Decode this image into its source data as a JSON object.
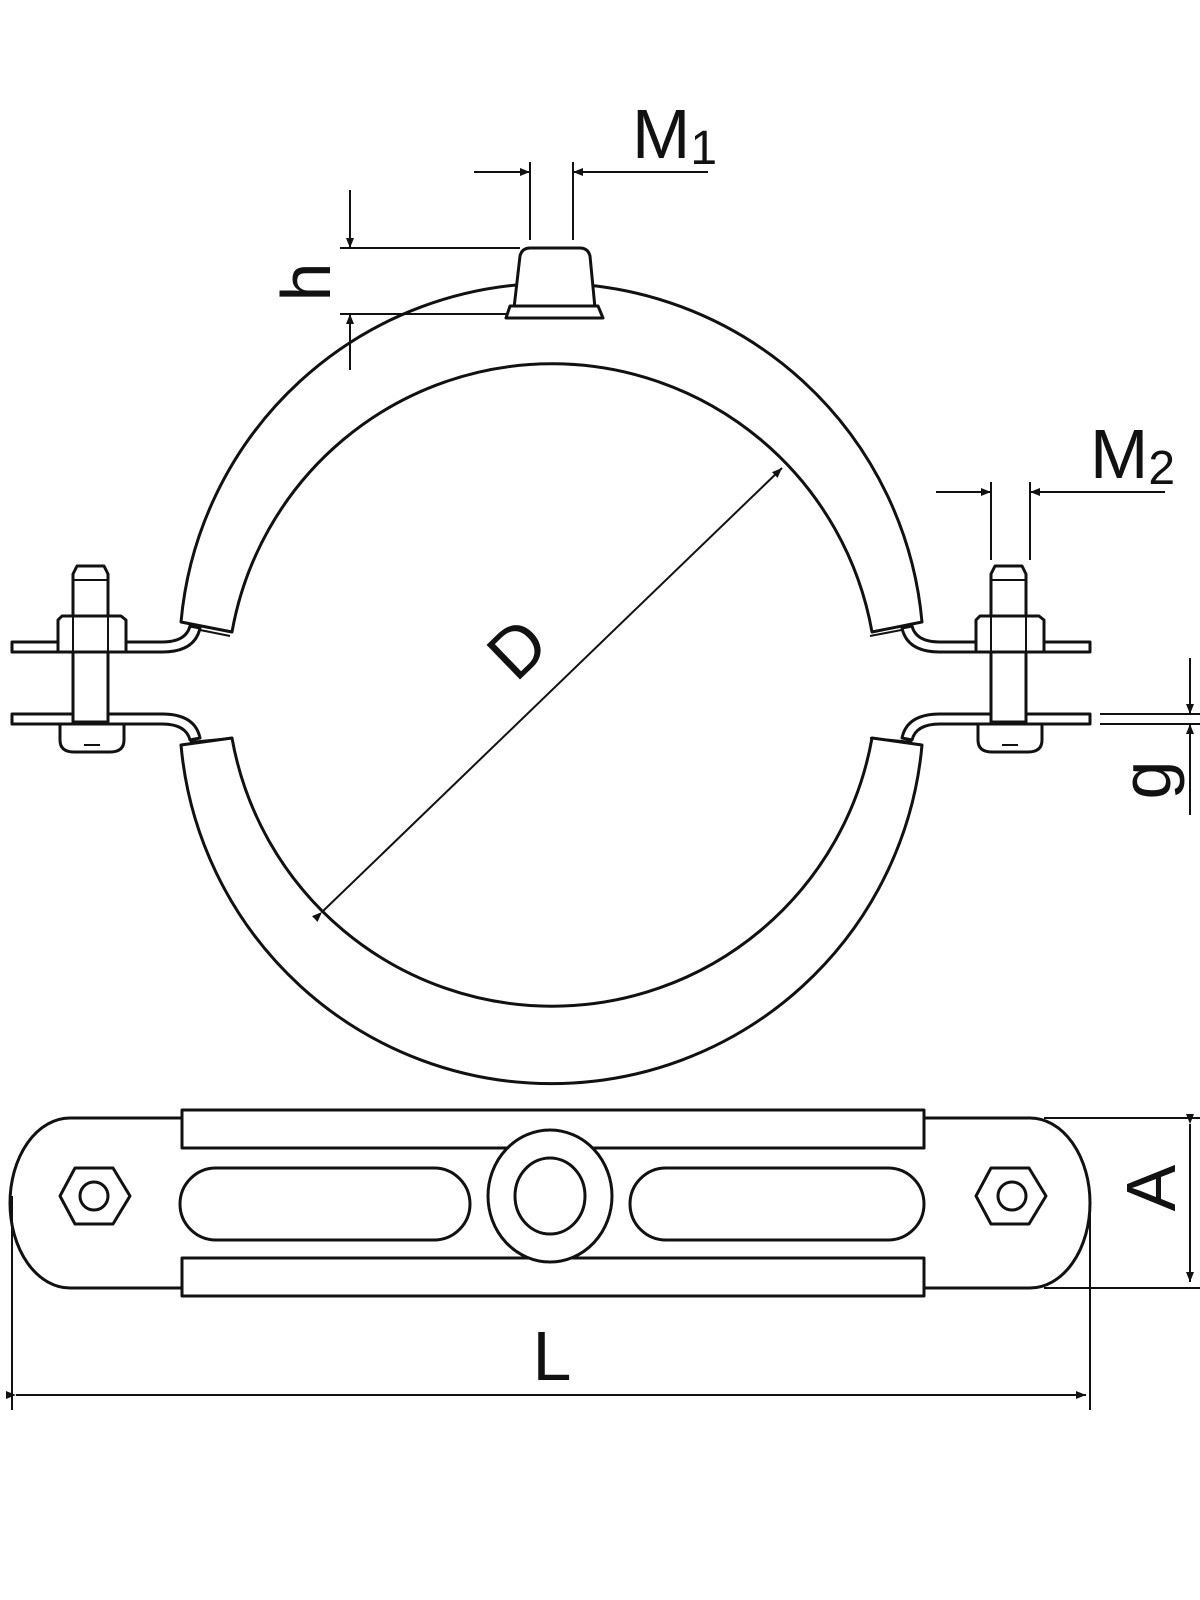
{
  "labels": {
    "m1": "M",
    "m1_sub": "1",
    "m2": "M",
    "m2_sub": "2",
    "h": "h",
    "d": "D",
    "g": "g",
    "a": "A",
    "l": "L"
  },
  "colors": {
    "line": "#111111",
    "background": "#ffffff"
  }
}
